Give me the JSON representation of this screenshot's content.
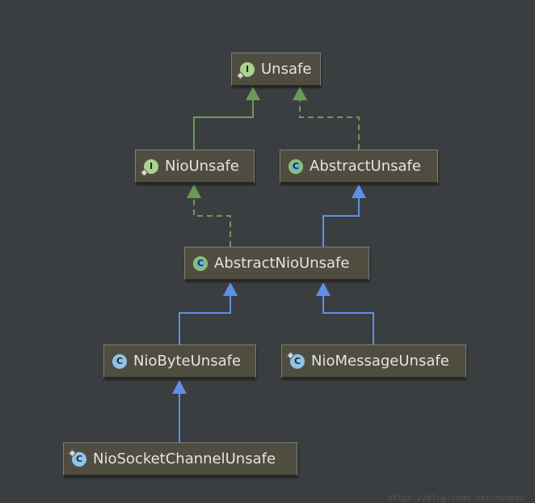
{
  "colors": {
    "background": "#3b3e41",
    "node_fill": "#4f4d40",
    "implements_edge": "#6b9a56",
    "extends_edge": "#5f8fe6"
  },
  "nodes": {
    "unsafe": {
      "label": "Unsafe",
      "icon": "interface-icon",
      "badge": "I"
    },
    "nio_unsafe": {
      "label": "NioUnsafe",
      "icon": "interface-icon",
      "badge": "I"
    },
    "abstract_unsafe": {
      "label": "AbstractUnsafe",
      "icon": "abstract-class-icon",
      "badge": "C"
    },
    "abstract_nio_unsafe": {
      "label": "AbstractNioUnsafe",
      "icon": "abstract-class-icon",
      "badge": "C"
    },
    "nio_byte_unsafe": {
      "label": "NioByteUnsafe",
      "icon": "class-icon",
      "badge": "C"
    },
    "nio_message_unsafe": {
      "label": "NioMessageUnsafe",
      "icon": "class-icon",
      "badge": "C"
    },
    "nio_socket_channel_unsafe": {
      "label": "NioSocketChannelUnsafe",
      "icon": "class-icon",
      "badge": "C"
    }
  },
  "watermark": "https://blog.csdn.net/ninedu"
}
